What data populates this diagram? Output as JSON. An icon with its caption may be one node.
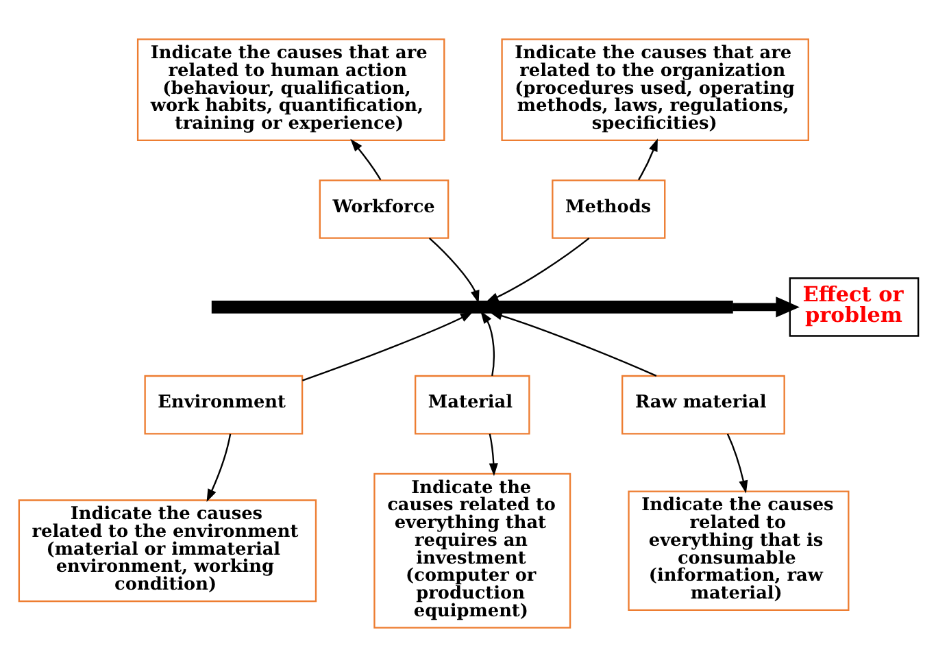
{
  "diagram": {
    "nodes": [
      {
        "text": [
          "Indicate the causes that are related to human action (behaviour, qualification, work habits, quantification, training or experience)"
        ]
      },
      {
        "text": [
          "Indicate the causes that are related to the organization (procedures used, operating methods, laws, regulations, specificities)"
        ]
      },
      {
        "text": [
          "Workforce"
        ]
      },
      {
        "text": [
          "Methods"
        ]
      },
      {
        "text": [
          "Effect or problem"
        ]
      },
      {
        "text": [],
        "shape": "bar"
      },
      {
        "text": [
          "Environment"
        ]
      },
      {
        "text": [
          "Material"
        ]
      },
      {
        "text": [
          "Raw material"
        ]
      },
      {
        "text": [
          "Indicate the causes related to the environment (material or immaterial environment, working condition)"
        ]
      },
      {
        "text": [
          "Indicate the causes related to everything that requires an investment (computer or production equipment)"
        ]
      },
      {
        "text": [
          "Indicate the causes related to everything that is consumable (information, raw material)"
        ]
      }
    ],
    "edges": [
      {
        "from": 2,
        "to": 0,
        "arrow": "to"
      },
      {
        "from": 3,
        "to": 1,
        "arrow": "to"
      },
      {
        "from": 2,
        "to": 5,
        "arrow": "to"
      },
      {
        "from": 3,
        "to": 5,
        "arrow": "to"
      },
      {
        "from": 5,
        "to": 4,
        "arrow": "to",
        "style": "thick"
      },
      {
        "from": 6,
        "to": 5,
        "arrow": "to"
      },
      {
        "from": 7,
        "to": 5,
        "arrow": "to"
      },
      {
        "from": 8,
        "to": 5,
        "arrow": "to"
      },
      {
        "from": 6,
        "to": 9,
        "arrow": "to"
      },
      {
        "from": 7,
        "to": 10,
        "arrow": "to"
      },
      {
        "from": 8,
        "to": 11,
        "arrow": "to"
      }
    ]
  }
}
